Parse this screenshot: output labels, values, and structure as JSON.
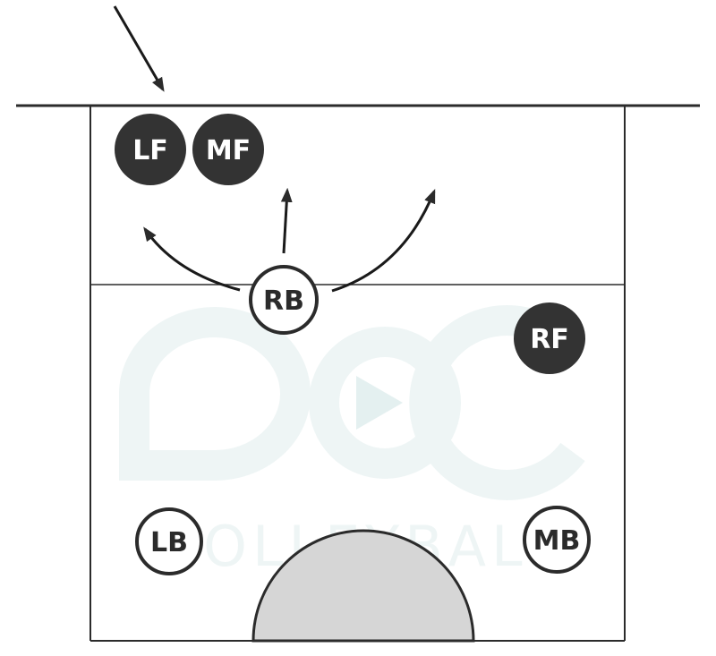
{
  "colors": {
    "line": "#2b2b2b",
    "front_player_fill": "#333333",
    "back_player_fill": "#ffffff",
    "circle_area_fill": "#d6d6d6",
    "watermark": "#eef5f5"
  },
  "watermark": {
    "logo_icon": "aoc-logo-with-play-icon",
    "text": "VOLLEYBALL"
  },
  "players": {
    "lf": {
      "label": "LF",
      "role": "front"
    },
    "mf": {
      "label": "MF",
      "role": "front"
    },
    "rf": {
      "label": "RF",
      "role": "front"
    },
    "rb": {
      "label": "RB",
      "role": "back"
    },
    "lb": {
      "label": "LB",
      "role": "back"
    },
    "mb": {
      "label": "MB",
      "role": "back"
    }
  },
  "arrows": {
    "incoming_ball": "arrow-icon",
    "rb_moves": [
      "curved-arrow-left-icon",
      "arrow-up-icon",
      "curved-arrow-right-icon"
    ]
  }
}
